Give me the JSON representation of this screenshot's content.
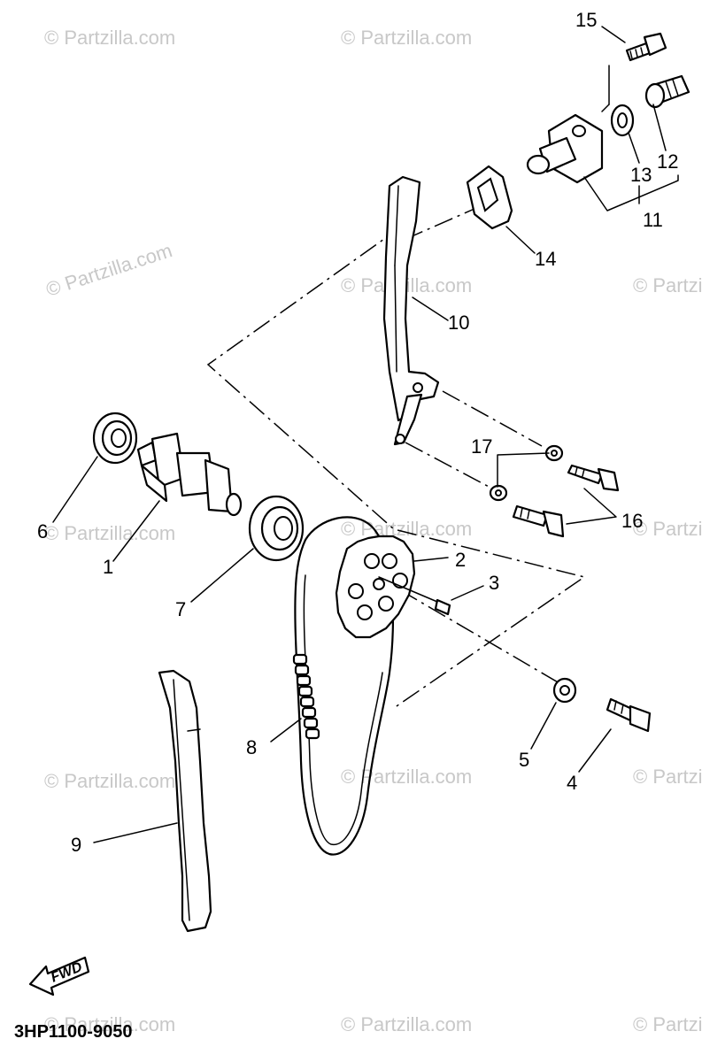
{
  "diagram": {
    "code": "3HP1100-9050",
    "direction_label": "FWD",
    "watermark": "© Partzilla.com",
    "callouts": [
      {
        "id": "c1",
        "label": "1"
      },
      {
        "id": "c2",
        "label": "2"
      },
      {
        "id": "c3",
        "label": "3"
      },
      {
        "id": "c4",
        "label": "4"
      },
      {
        "id": "c5",
        "label": "5"
      },
      {
        "id": "c6",
        "label": "6"
      },
      {
        "id": "c7",
        "label": "7"
      },
      {
        "id": "c8",
        "label": "8"
      },
      {
        "id": "c9",
        "label": "9"
      },
      {
        "id": "c10",
        "label": "10"
      },
      {
        "id": "c11",
        "label": "11"
      },
      {
        "id": "c12",
        "label": "12"
      },
      {
        "id": "c13",
        "label": "13"
      },
      {
        "id": "c14",
        "label": "14"
      },
      {
        "id": "c15",
        "label": "15"
      },
      {
        "id": "c16",
        "label": "16"
      },
      {
        "id": "c17",
        "label": "17"
      }
    ]
  }
}
